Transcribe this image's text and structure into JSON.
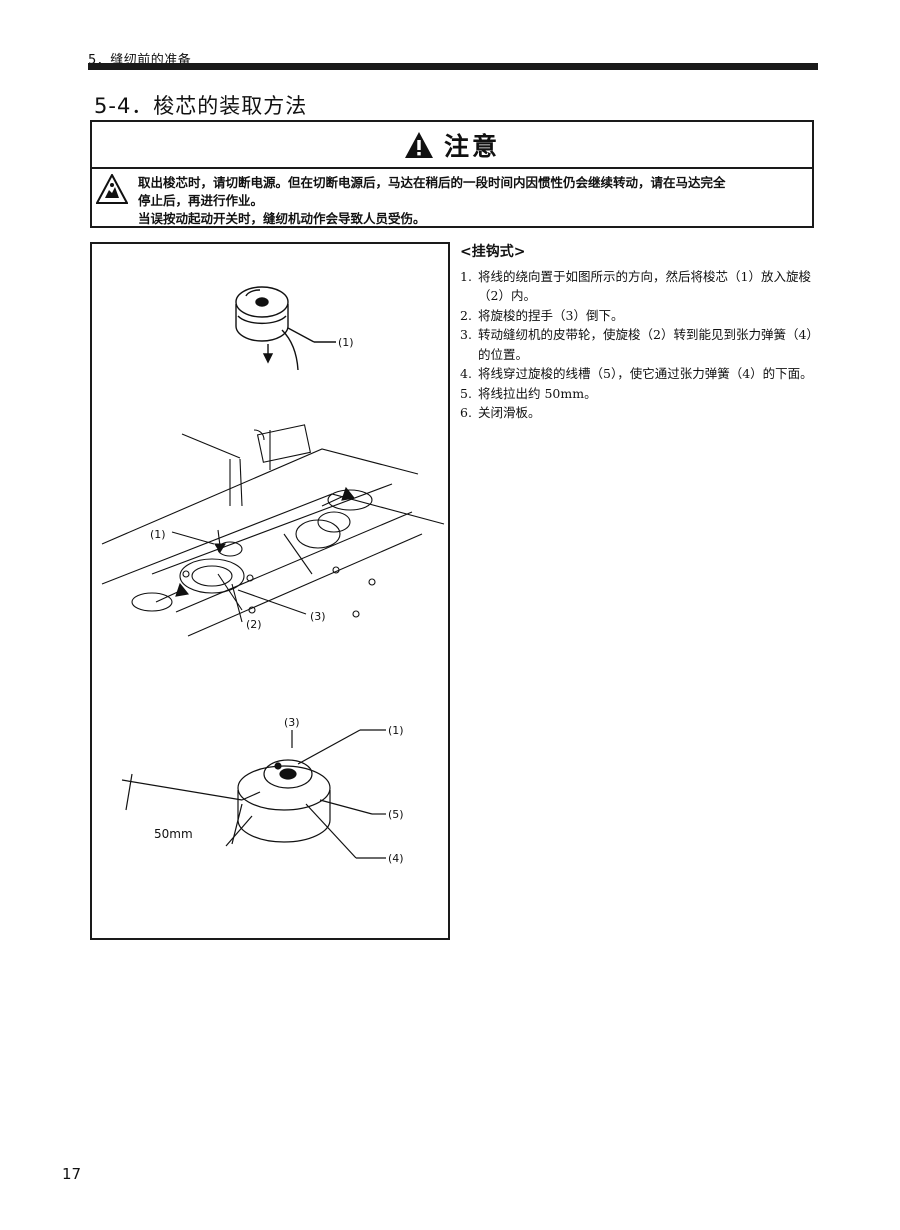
{
  "header": {
    "label": "5．缝纫前的准备"
  },
  "section": {
    "title": "5-4．梭芯的装取方法"
  },
  "caution": {
    "heading": "注意",
    "lines": [
      "取出梭芯时，请切断电源。但在切断电源后，马达在稍后的一段时间内因惯性仍会继续转动，请在马达完全",
      "停止后，再进行作业。",
      "当误按动起动开关时，缝纫机动作会导致人员受伤。"
    ]
  },
  "figure": {
    "top": {
      "label_1": "(1)"
    },
    "middle": {
      "label_1": "(1)",
      "label_2": "(2)",
      "label_3": "(3)"
    },
    "bottom": {
      "label_3": "(3)",
      "label_1": "(1)",
      "label_5": "(5)",
      "label_4": "(4)",
      "dimension": "50mm"
    }
  },
  "instructions": {
    "heading": "<挂钩式>",
    "steps": [
      {
        "num": "1.",
        "text": "将线的绕向置于如图所示的方向，然后将梭芯（1）放入旋梭（2）内。"
      },
      {
        "num": "2.",
        "text": "将旋梭的捏手（3）倒下。"
      },
      {
        "num": "3.",
        "text": "转动缝纫机的皮带轮，使旋梭（2）转到能见到张力弹簧（4）的位置。"
      },
      {
        "num": "4.",
        "text": "将线穿过旋梭的线槽（5），使它通过张力弹簧（4）的下面。"
      },
      {
        "num": "5.",
        "text": "将线拉出约 50mm。"
      },
      {
        "num": "6.",
        "text": "关闭滑板。"
      }
    ]
  },
  "footer": {
    "page_number": "17"
  }
}
